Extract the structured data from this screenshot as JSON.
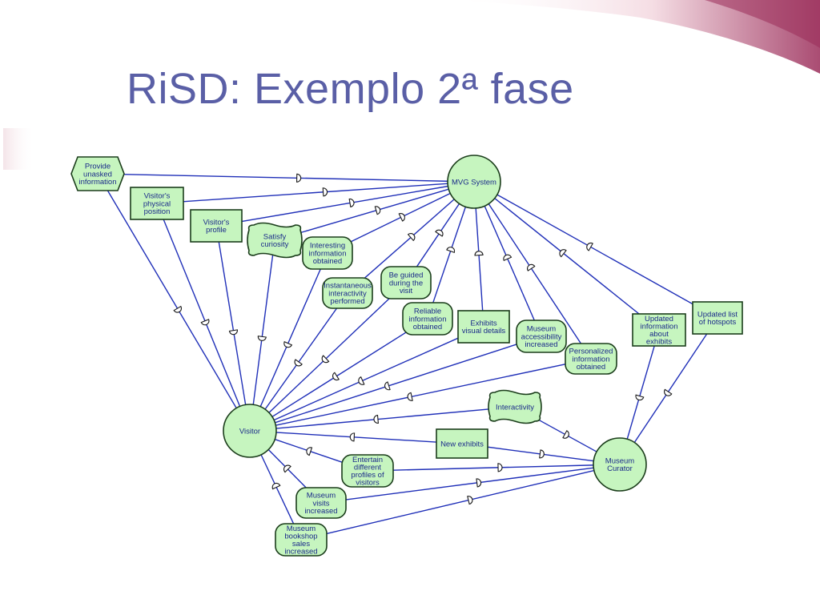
{
  "title": "RiSD: Exemplo 2ª fase",
  "colors": {
    "title": "#5a5fa6",
    "node_fill": "#c6f5bf",
    "node_stroke": "#1b3d1b",
    "edge": "#1f2fb8",
    "text": "#1a2a8a",
    "decor": "#9b2d5a"
  },
  "nodes": [
    {
      "id": "mvg",
      "type": "actor",
      "lines": [
        "MVG System"
      ]
    },
    {
      "id": "visitor",
      "type": "actor",
      "lines": [
        "Visitor"
      ]
    },
    {
      "id": "curator",
      "type": "actor",
      "lines": [
        "Museum",
        "Curator"
      ]
    },
    {
      "id": "provide",
      "type": "task",
      "lines": [
        "Provide",
        "unasked",
        "information"
      ]
    },
    {
      "id": "physpos",
      "type": "resource",
      "lines": [
        "Visitor's",
        "physical",
        "position"
      ]
    },
    {
      "id": "profile",
      "type": "resource",
      "lines": [
        "Visitor's",
        "profile"
      ]
    },
    {
      "id": "curiosity",
      "type": "softgoal",
      "lines": [
        "Satisfy",
        "curiosity"
      ]
    },
    {
      "id": "interesting",
      "type": "goal",
      "lines": [
        "Interesting",
        "information",
        "obtained"
      ]
    },
    {
      "id": "instant",
      "type": "goal",
      "lines": [
        "Instantaneous",
        "interactivity",
        "performed"
      ]
    },
    {
      "id": "guided",
      "type": "goal",
      "lines": [
        "Be guided",
        "during the",
        "visit"
      ]
    },
    {
      "id": "reliable",
      "type": "goal",
      "lines": [
        "Reliable",
        "information",
        "obtained"
      ]
    },
    {
      "id": "exhibits",
      "type": "resource",
      "lines": [
        "Exhibits",
        "visual details"
      ]
    },
    {
      "id": "access",
      "type": "goal",
      "lines": [
        "Museum",
        "accessibility",
        "increased"
      ]
    },
    {
      "id": "personal",
      "type": "goal",
      "lines": [
        "Personalized",
        "information",
        "obtained"
      ]
    },
    {
      "id": "updinfo",
      "type": "resource",
      "lines": [
        "Updated",
        "information",
        "about",
        "exhibits"
      ]
    },
    {
      "id": "updlist",
      "type": "resource",
      "lines": [
        "Updated list",
        "of hotspots"
      ]
    },
    {
      "id": "interact",
      "type": "softgoal",
      "lines": [
        "Interactivity"
      ]
    },
    {
      "id": "newex",
      "type": "resource",
      "lines": [
        "New exhibits"
      ]
    },
    {
      "id": "entertain",
      "type": "goal",
      "lines": [
        "Entertain",
        "different",
        "profiles of",
        "visitors"
      ]
    },
    {
      "id": "visits",
      "type": "goal",
      "lines": [
        "Museum",
        "visits",
        "increased"
      ]
    },
    {
      "id": "bookshop",
      "type": "goal",
      "lines": [
        "Museum",
        "bookshop",
        "sales",
        "increased"
      ]
    }
  ],
  "edges": [
    {
      "from": "provide",
      "to": "mvg",
      "mark": true
    },
    {
      "from": "physpos",
      "to": "mvg",
      "mark": true
    },
    {
      "from": "profile",
      "to": "mvg",
      "mark": true
    },
    {
      "from": "curiosity",
      "to": "mvg",
      "mark": true
    },
    {
      "from": "interesting",
      "to": "mvg",
      "mark": true
    },
    {
      "from": "instant",
      "to": "mvg",
      "mark": true
    },
    {
      "from": "guided",
      "to": "mvg",
      "mark": true
    },
    {
      "from": "reliable",
      "to": "mvg",
      "mark": true
    },
    {
      "from": "exhibits",
      "to": "mvg",
      "mark": true
    },
    {
      "from": "access",
      "to": "mvg",
      "mark": true
    },
    {
      "from": "personal",
      "to": "mvg",
      "mark": true
    },
    {
      "from": "updinfo",
      "to": "mvg",
      "mark": true
    },
    {
      "from": "updlist",
      "to": "mvg",
      "mark": true
    },
    {
      "from": "provide",
      "to": "visitor",
      "mark": true
    },
    {
      "from": "physpos",
      "to": "visitor",
      "mark": true
    },
    {
      "from": "profile",
      "to": "visitor",
      "mark": true
    },
    {
      "from": "curiosity",
      "to": "visitor",
      "mark": true
    },
    {
      "from": "interesting",
      "to": "visitor",
      "mark": true
    },
    {
      "from": "instant",
      "to": "visitor",
      "mark": true
    },
    {
      "from": "guided",
      "to": "visitor",
      "mark": true
    },
    {
      "from": "reliable",
      "to": "visitor",
      "mark": true
    },
    {
      "from": "exhibits",
      "to": "visitor",
      "mark": true
    },
    {
      "from": "access",
      "to": "visitor",
      "mark": true
    },
    {
      "from": "personal",
      "to": "visitor",
      "mark": true
    },
    {
      "from": "interact",
      "to": "visitor",
      "mark": true
    },
    {
      "from": "newex",
      "to": "visitor",
      "mark": true
    },
    {
      "from": "entertain",
      "to": "visitor",
      "mark": true
    },
    {
      "from": "visits",
      "to": "visitor",
      "mark": true
    },
    {
      "from": "bookshop",
      "to": "visitor",
      "mark": true
    },
    {
      "from": "updinfo",
      "to": "curator",
      "mark": true
    },
    {
      "from": "updlist",
      "to": "curator",
      "mark": true
    },
    {
      "from": "interact",
      "to": "curator",
      "mark": true
    },
    {
      "from": "newex",
      "to": "curator",
      "mark": true
    },
    {
      "from": "entertain",
      "to": "curator",
      "mark": true
    },
    {
      "from": "visits",
      "to": "curator",
      "mark": true
    },
    {
      "from": "bookshop",
      "to": "curator",
      "mark": true
    }
  ]
}
